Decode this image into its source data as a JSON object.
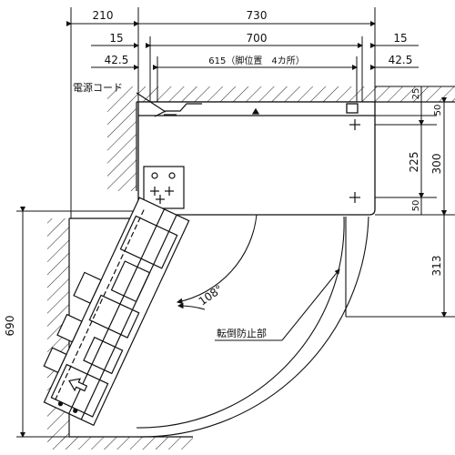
{
  "dimensions": {
    "top_left_offset": "210",
    "overall_width": "730",
    "side_margin_left": "15",
    "inner_width": "700",
    "side_margin_right": "15",
    "foot_inset_left": "42.5",
    "foot_pitch": "615（脚位置　4カ所）",
    "foot_inset_right": "42.5",
    "right_top": "25",
    "right_a": "50",
    "right_mid": "225",
    "right_total": "300",
    "right_b": "50",
    "right_lower": "313",
    "left_height": "690",
    "angle": "108°"
  },
  "labels": {
    "power_cord": "電源コード",
    "anti_tip": "転倒防止部"
  }
}
